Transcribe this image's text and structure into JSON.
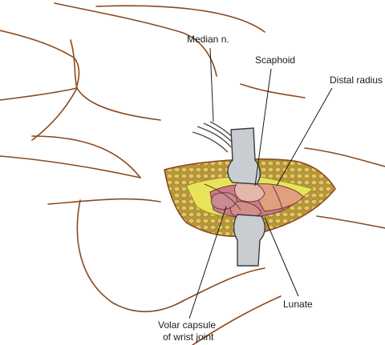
{
  "labels": {
    "median_nerve": "Median n.",
    "scaphoid": "Scaphoid",
    "distal_radius": "Distal radius",
    "lunate": "Lunate",
    "volar_capsule_line1": "Volar capsule",
    "volar_capsule_line2": "of wrist joint"
  },
  "colors": {
    "outline": "#8a4a1e",
    "fat": "#d9b85a",
    "capsule": "#e8e45a",
    "bone": "#d99a86",
    "retractor": "#c9cdd2"
  }
}
